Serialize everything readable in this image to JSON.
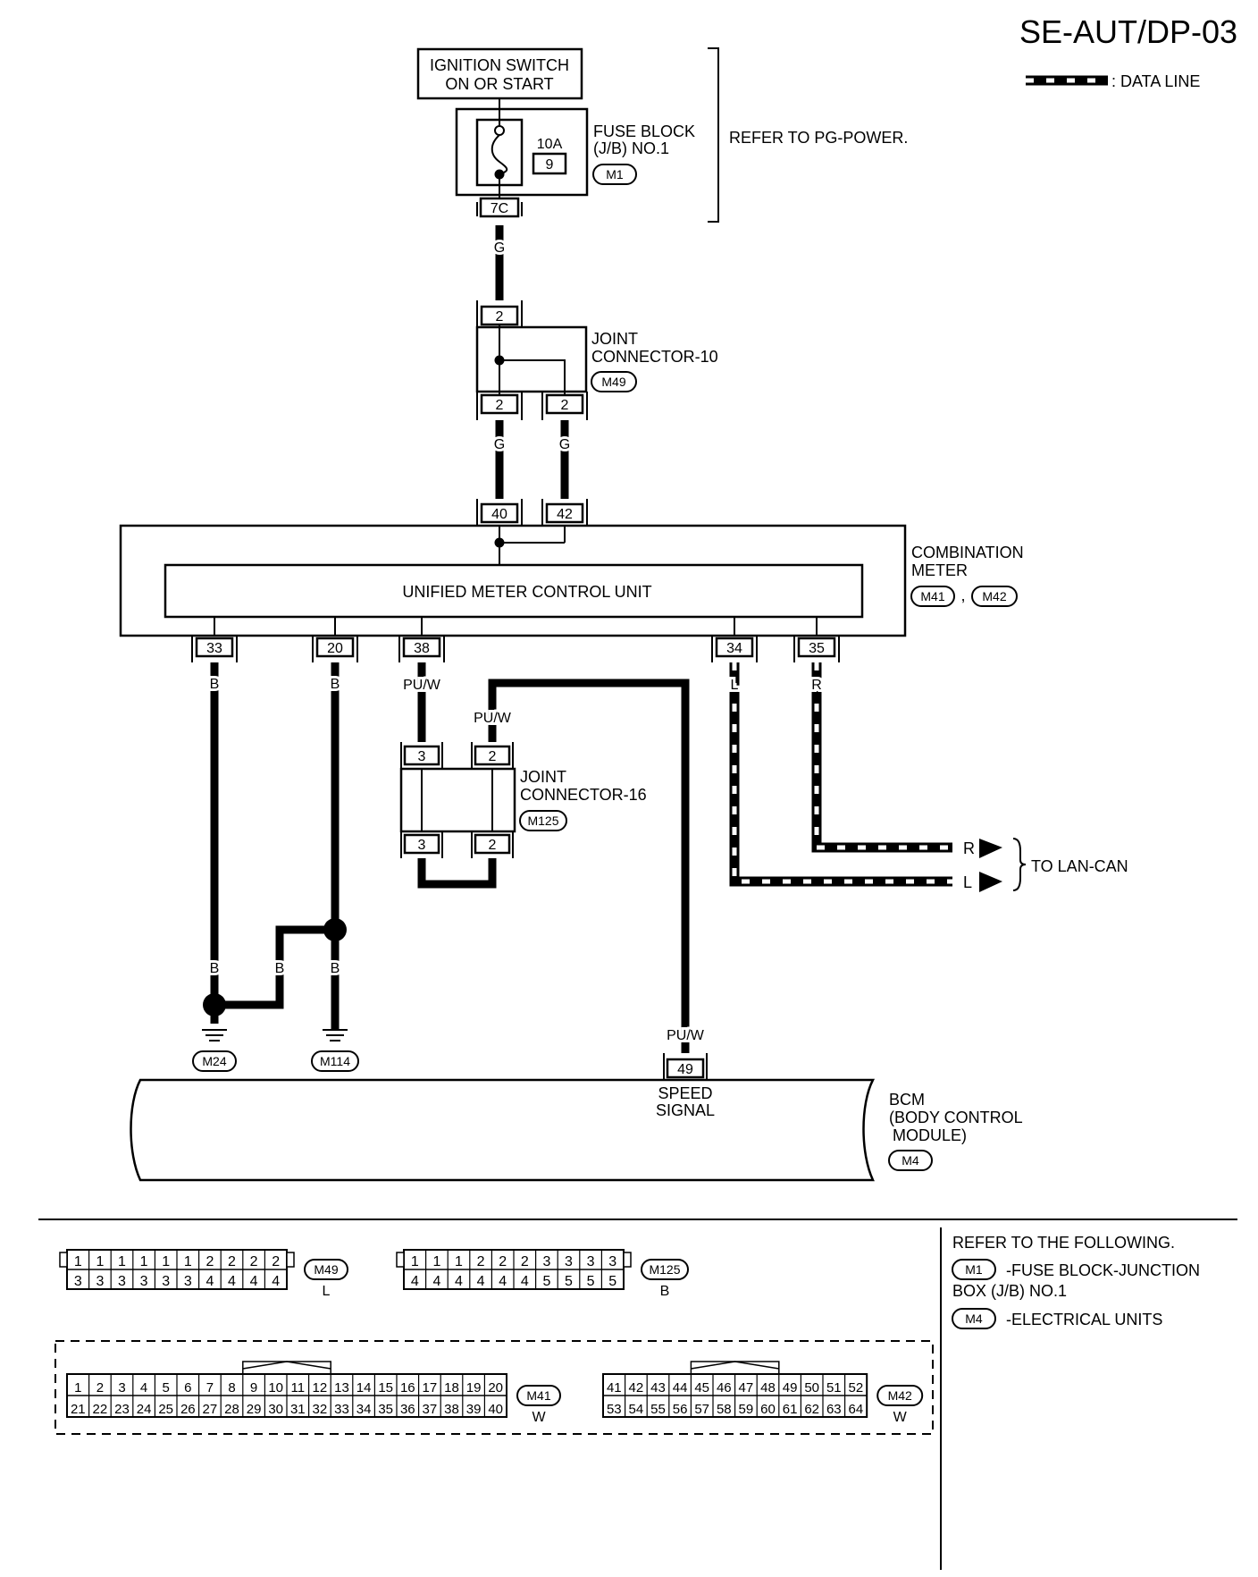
{
  "title": "SE-AUT/DP-03",
  "legend": {
    "data_line": ": DATA LINE"
  },
  "ignition": {
    "line1": "IGNITION SWITCH",
    "line2": "ON OR START"
  },
  "fuse_block": {
    "line1": "FUSE BLOCK",
    "line2": "(J/B) NO.1",
    "conn": "M1",
    "fuse": "10A",
    "fuse_no": "9",
    "term": "7C"
  },
  "refer_pg": "REFER TO PG-POWER.",
  "joint10": {
    "line1": "JOINT",
    "line2": "CONNECTOR-10",
    "conn": "M49",
    "top_pin": "2",
    "pin_a": "2",
    "pin_b": "2"
  },
  "combination_meter": {
    "line1": "COMBINATION",
    "line2": "METER",
    "conn_a": "M41",
    "sep": ",",
    "conn_b": "M42",
    "unit": "UNIFIED METER CONTROL UNIT",
    "pin_40": "40",
    "pin_42": "42",
    "pin_33": "33",
    "pin_20": "20",
    "pin_38": "38",
    "pin_34": "34",
    "pin_35": "35"
  },
  "joint16": {
    "line1": "JOINT",
    "line2": "CONNECTOR-16",
    "conn": "M125",
    "pin_3": "3",
    "pin_2": "2"
  },
  "wire_colors": {
    "g": "G",
    "b": "B",
    "puw": "PU/W",
    "l": "L",
    "r": "R"
  },
  "lan_can": {
    "r": "R",
    "l": "L",
    "label": "TO LAN-CAN"
  },
  "grounds": {
    "m24": "M24",
    "m114": "M114"
  },
  "bcm": {
    "line1": "BCM",
    "line2": "(BODY CONTROL",
    "line3": "MODULE)",
    "conn": "M4",
    "pin": "49",
    "signal1": "SPEED",
    "signal2": "SIGNAL"
  },
  "connectors": {
    "m49": {
      "id": "M49",
      "color": "L",
      "top": [
        "1",
        "1",
        "1",
        "1",
        "1",
        "1",
        "2",
        "2",
        "2",
        "2"
      ],
      "bottom": [
        "3",
        "3",
        "3",
        "3",
        "3",
        "3",
        "4",
        "4",
        "4",
        "4"
      ]
    },
    "m125": {
      "id": "M125",
      "color": "B",
      "top": [
        "1",
        "1",
        "1",
        "2",
        "2",
        "2",
        "3",
        "3",
        "3",
        "3"
      ],
      "bottom": [
        "4",
        "4",
        "4",
        "4",
        "4",
        "4",
        "5",
        "5",
        "5",
        "5"
      ]
    },
    "m41": {
      "id": "M41",
      "color": "W",
      "top": [
        "1",
        "2",
        "3",
        "4",
        "5",
        "6",
        "7",
        "8",
        "9",
        "10",
        "11",
        "12",
        "13",
        "14",
        "15",
        "16",
        "17",
        "18",
        "19",
        "20"
      ],
      "bottom": [
        "21",
        "22",
        "23",
        "24",
        "25",
        "26",
        "27",
        "28",
        "29",
        "30",
        "31",
        "32",
        "33",
        "34",
        "35",
        "36",
        "37",
        "38",
        "39",
        "40"
      ]
    },
    "m42": {
      "id": "M42",
      "color": "W",
      "top": [
        "41",
        "42",
        "43",
        "44",
        "45",
        "46",
        "47",
        "48",
        "49",
        "50",
        "51",
        "52"
      ],
      "bottom": [
        "53",
        "54",
        "55",
        "56",
        "57",
        "58",
        "59",
        "60",
        "61",
        "62",
        "63",
        "64"
      ]
    }
  },
  "refer_following": {
    "title": "REFER TO THE FOLLOWING.",
    "m1": "M1",
    "m1_line1": "-FUSE BLOCK-JUNCTION",
    "m1_line2": "BOX (J/B) NO.1",
    "m4": "M4",
    "m4_text": "-ELECTRICAL UNITS"
  }
}
